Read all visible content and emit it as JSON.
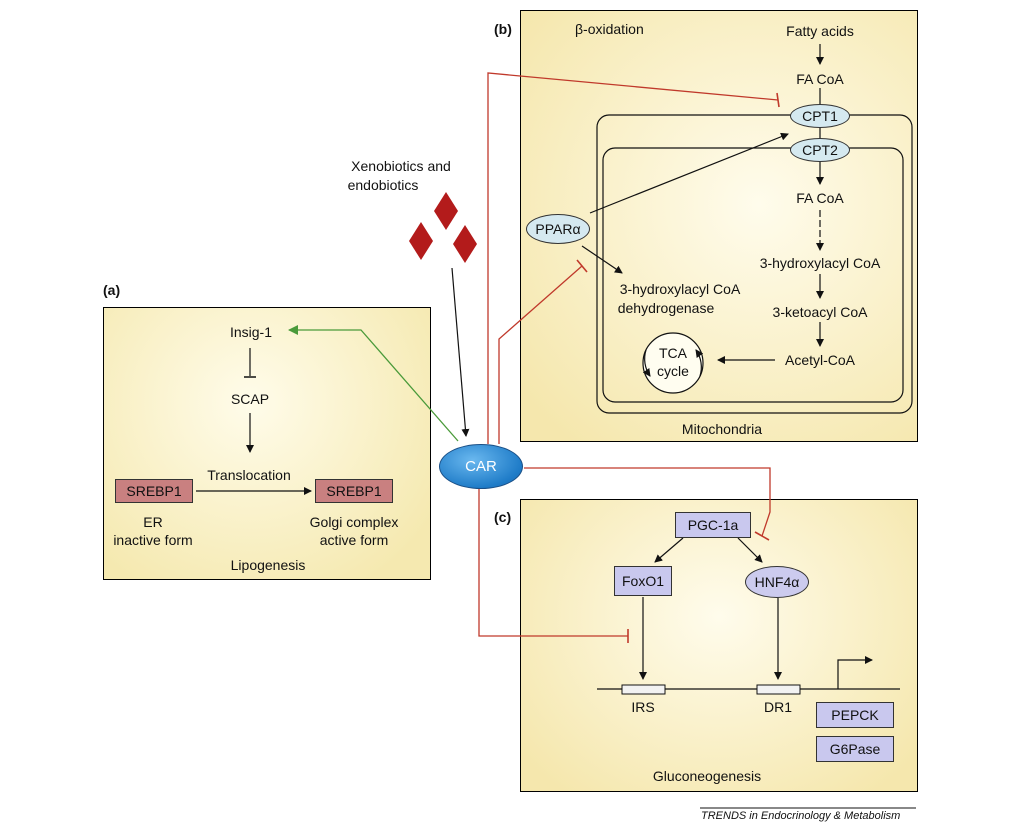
{
  "panels": {
    "a": {
      "letter": "(a)",
      "insig": "Insig-1",
      "scap": "SCAP",
      "translocation": "Translocation",
      "srebp_er": "SREBP1",
      "srebp_golgi": "SREBP1",
      "er_line1": "ER",
      "er_line2": "inactive form",
      "golgi_line1": "Golgi complex",
      "golgi_line2": "active form",
      "caption": "Lipogenesis"
    },
    "b": {
      "letter": "(b)",
      "title": "β-oxidation",
      "fatty_acids": "Fatty acids",
      "fa_coa_top": "FA CoA",
      "cpt1": "CPT1",
      "cpt2": "CPT2",
      "fa_coa": "FA CoA",
      "hydroxyacyl": "3-hydroxylacyl CoA",
      "ketoacyl": "3-ketoacyl CoA",
      "acetyl": "Acetyl-CoA",
      "ppara": "PPARα",
      "dehydro_line1": "3-hydroxylacyl CoA",
      "dehydro_line2": "dehydrogenase",
      "tca_line1": "TCA",
      "tca_line2": "cycle",
      "caption": "Mitochondria"
    },
    "c": {
      "letter": "(c)",
      "pgc": "PGC-1a",
      "foxo1": "FoxO1",
      "hnf4a": "HNF4α",
      "irs": "IRS",
      "dr1": "DR1",
      "pepck": "PEPCK",
      "g6pase": "G6Pase",
      "caption": "Gluconeogenesis"
    }
  },
  "xeno_line1": "Xenobiotics and",
  "xeno_line2": "endobiotics",
  "car": "CAR",
  "credit": "TRENDS in Endocrinology & Metabolism",
  "colors": {
    "panel_fill": "#fbf3c8",
    "inhibition": "#c0392b",
    "activation": "#4a9a3a",
    "diamond": "#b31b1b"
  }
}
